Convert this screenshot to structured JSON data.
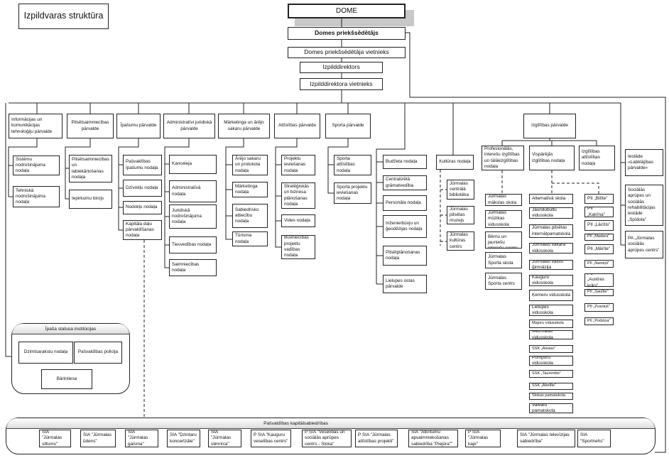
{
  "title": "Izpildvaras struktūra",
  "top": {
    "dome": "DOME",
    "chair": "Domes priekšsēdētājs",
    "deputy": "Domes priekšsēdētāja vietnieks",
    "director": "Izpilddirektors",
    "director_deputy": "Izpilddirektora vietnieks"
  },
  "departments": {
    "it": {
      "label": "Informācijas un komunikācijas tehnoloģiju pārvalde",
      "units": [
        "Sistēmu nodrošinājuma nodaļa",
        "Tehniskā nodrošinājuma nodaļa"
      ]
    },
    "city": {
      "label": "Pilsētsaimniecības pārvalde",
      "units": [
        "Pilsētsaimniecības un labiekārtošanas nodaļa",
        "Iepirkumu birojs"
      ]
    },
    "property": {
      "label": "Īpašumu pārvalde",
      "units": [
        "Pašvaldības īpašumu nodaļa",
        "Dzīvokļu nodaļa",
        "Nodokļu nodaļa",
        "Kapitāla daļu pārvaldīšanas nodaļa"
      ]
    },
    "admin": {
      "label": "Administratīvi juridiskā pārvalde",
      "units": [
        "Kanceleja",
        "Administratīvā nodaļa",
        "Juridiskā nodrošinājuma nodaļa",
        "Tiesvedības nodaļa",
        "Saimniecības nodaļa"
      ]
    },
    "marketing": {
      "label": "Mārketinga un ārējo sakaru pārvalde",
      "units": [
        "Ārējo sakaru un protokola nodaļa",
        "Mārketinga nodaļa",
        "Sabiedrisko attiecību nodaļa",
        "Tūrisma nodaļa"
      ]
    },
    "development": {
      "label": "Attīstības pārvalde",
      "units": [
        "Projektu ieviešanas nodaļa",
        "Stratēģiskās un biznesa plānošanas nodaļa",
        "Vides nodaļa",
        "Būvniecības projektu vadības nodaļa"
      ]
    },
    "sport": {
      "label": "Sporta pārvalde",
      "units": [
        "Sporta attīstības nodaļa",
        "Sporta projektu ieviešanas nodaļa"
      ]
    },
    "budget": {
      "units": [
        "Budžeta nodaļa",
        "Centralizētā grāmatvedība",
        "Personāla nodaļa",
        "Inženierbūvju un ģeodēzijas nodaļa",
        "Pilsētplānošanas nodaļa",
        "Lielupes ostas pārvalde"
      ]
    },
    "culture": {
      "label": "Kultūras nodaļa",
      "units": [
        "Jūrmalas centrālā bibliotēka",
        "Jūrmalas pilsētas muzejs",
        "Jūrmalas kultūras centrs"
      ]
    },
    "education": {
      "label": "Izglītības pārvalde",
      "divisions": [
        "Profesionālās, interešu izglītības un tālākizglītības nodaļa",
        "Vispārējās izglītības nodaļa",
        "Izglītības attīstības nodaļa"
      ],
      "professional": [
        "Jūrmalas mākslas skola",
        "Jūrmalas mūzikas vidusskola",
        "Jūrmalas Bērnu un jauniešu interešu centrs",
        "Jūrmalas Sporta skola",
        "Jūrmalas Sporta centrs"
      ],
      "general": [
        "Alternatīvā skola",
        "Jaundubultu vidusskola",
        "Jūrmalas pilsētas internātpamatskola",
        "Jūrmalas vakara vidusskola",
        "Jūrmalas valsts ģimnāzija",
        "Kauguru vidusskola",
        "Ķemeru vidusskola",
        "Lielupes vidusskola",
        "Majoru vidusskola",
        "Mežmalas vidusskola",
        "SSK „Alvase”",
        "Pumpuru vidusskola",
        "SSK „Taurenītis”",
        "SSK „Ābelīte”",
        "Slokas pamatskola",
        "Vaivaru pamatskola"
      ],
      "preschools": [
        "PII „Bitīte”",
        "PII „Katrīna”",
        "PII „Lācītis”",
        "PII „Madara”",
        "PII „Mārīte”",
        "PII „Namiņš”",
        "PII „Austras koks”",
        "PII „Saulīte”",
        "PII „Zvaniņš”",
        "PII „Podziņa”"
      ]
    },
    "social": [
      "Iestāde «Labklājības pārvalde»",
      "Sociālās aprūpes un sociālās rehabilitācijas iestāde „Spīdola”",
      "PA „Jūrmalas sociālās aprūpes centrs”"
    ]
  },
  "special": {
    "label": "Īpaša statusa institūcijas",
    "items": [
      "Dzimtsarakstu nodaļa",
      "Pašvaldības policija",
      "Bāriņtiesa"
    ]
  },
  "companies": {
    "label": "Pašvaldības kapitālsabiedrības",
    "items": [
      "SIA \"Jūrmalas siltums\"",
      "SIA \"Jūrmalas ūdens\"",
      "SIA \"Jūrmalas gaisma\"",
      "SIA \"Dzintaru koncertzāle\"",
      "SIA \"Jūrmalas slimnīca\"",
      "P SIA \"Kauguru veselības centrs\"",
      "P SIA \"Veselības un sociālās aprūpes centrs - Sloka\"",
      "P SIA \"Jūrmalas attīstības projekti\"",
      "SIA \"Atkritumu apsaimniekošanas sabiedrība \"Piejūra\"\"",
      "P SIA \"Jūrmalas kapi\"",
      "SIA \"Jūrmalas televīzijas sabiedrība\"",
      "SIA \"Sportnehs\""
    ]
  }
}
